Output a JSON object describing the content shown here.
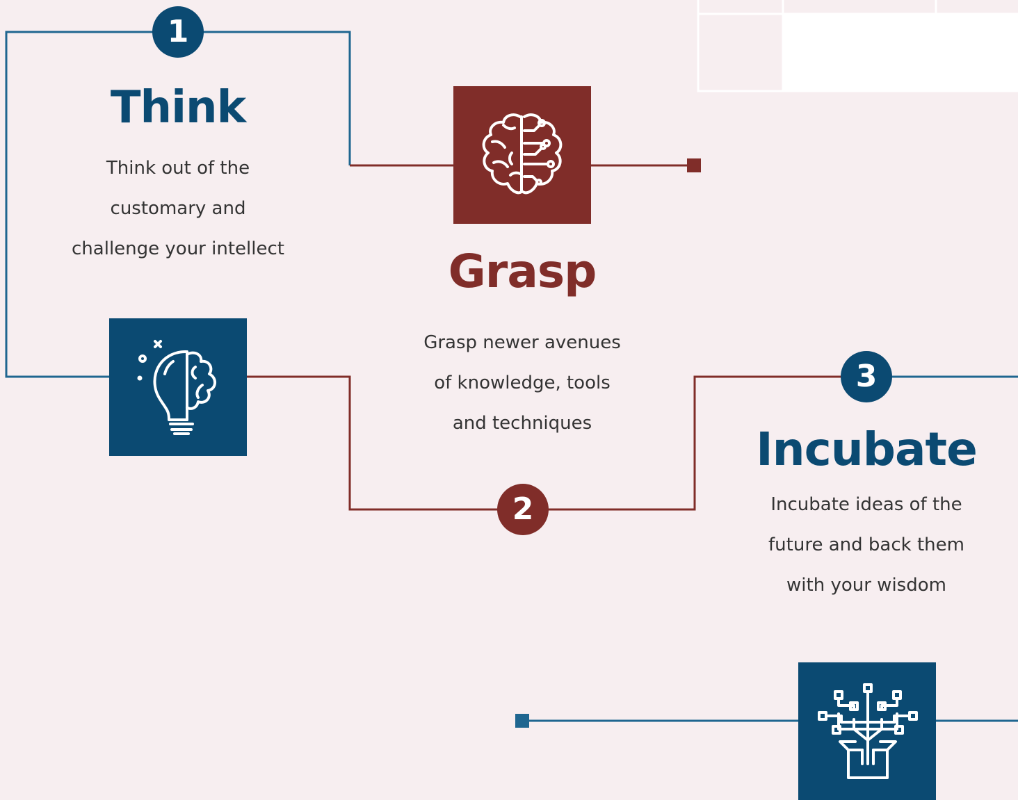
{
  "colors": {
    "background": "#f7eef0",
    "blue": "#0b4a72",
    "red": "#802d29",
    "blue_line": "#1f6690",
    "text": "#333333"
  },
  "steps": [
    {
      "number": "1",
      "title": "Think",
      "lines": [
        "Think out of the",
        "customary and",
        "challenge your intellect"
      ],
      "icon": "lightbulb-brain-icon",
      "color": "#0b4a72"
    },
    {
      "number": "2",
      "title": "Grasp",
      "lines": [
        "Grasp newer avenues",
        "of knowledge, tools",
        "and techniques"
      ],
      "icon": "brain-circuit-icon",
      "color": "#802d29"
    },
    {
      "number": "3",
      "title": "Incubate",
      "lines": [
        "Incubate ideas of the",
        "future and back them",
        "with your wisdom"
      ],
      "icon": "box-network-icon",
      "color": "#0b4a72"
    }
  ]
}
